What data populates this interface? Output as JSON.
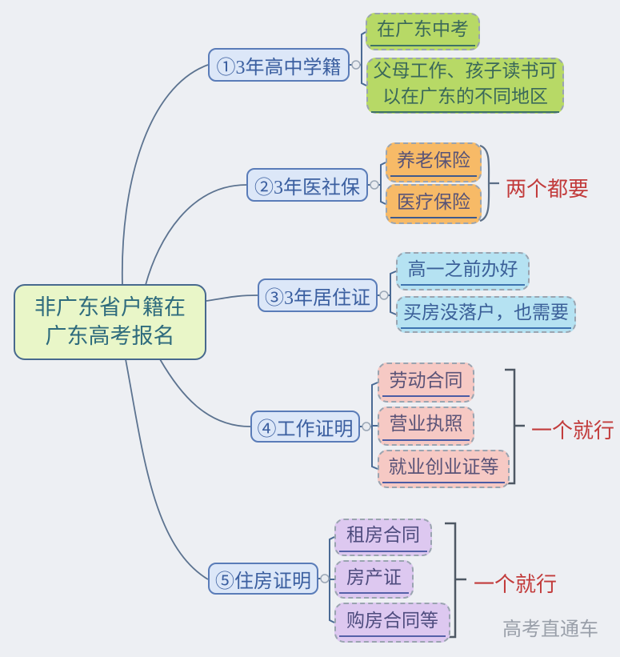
{
  "page": {
    "background_color": "#edeff3",
    "watermark": "高考直通车"
  },
  "palette": {
    "edge_line": "#5c7390",
    "child_connector": "#4a6a94",
    "bracket": "#4e5864",
    "annotation_red": "#c23b3b",
    "root_fill": "#e9f6c8",
    "root_border": "#47698e",
    "branch_fill": "#dce7f8",
    "branch_border": "#5a7cb8",
    "child_green": "#b7d966",
    "child_orange": "#f7ba67",
    "child_blue": "#b5e2f2",
    "child_pink": "#f6c9c4",
    "child_purple": "#ddc8f0"
  },
  "root": {
    "line1": "非广东省户籍在",
    "line2": "广东高考报名"
  },
  "branches": [
    {
      "label": "①3年高中学籍",
      "children": [
        {
          "text": "在广东中考"
        },
        {
          "text": "父母工作、孩子读书可以在广东的不同地区"
        }
      ]
    },
    {
      "label": "②3年医社保",
      "children": [
        {
          "text": "养老保险"
        },
        {
          "text": "医疗保险"
        }
      ],
      "annotation": "两个都要"
    },
    {
      "label": "③3年居住证",
      "children": [
        {
          "text": "高一之前办好"
        },
        {
          "text": "买房没落户，也需要"
        }
      ]
    },
    {
      "label": "④工作证明",
      "children": [
        {
          "text": "劳动合同"
        },
        {
          "text": "营业执照"
        },
        {
          "text": "就业创业证等"
        }
      ],
      "annotation": "一个就行"
    },
    {
      "label": "⑤住房证明",
      "children": [
        {
          "text": "租房合同"
        },
        {
          "text": "房产证"
        },
        {
          "text": "购房合同等"
        }
      ],
      "annotation": "一个就行"
    }
  ]
}
